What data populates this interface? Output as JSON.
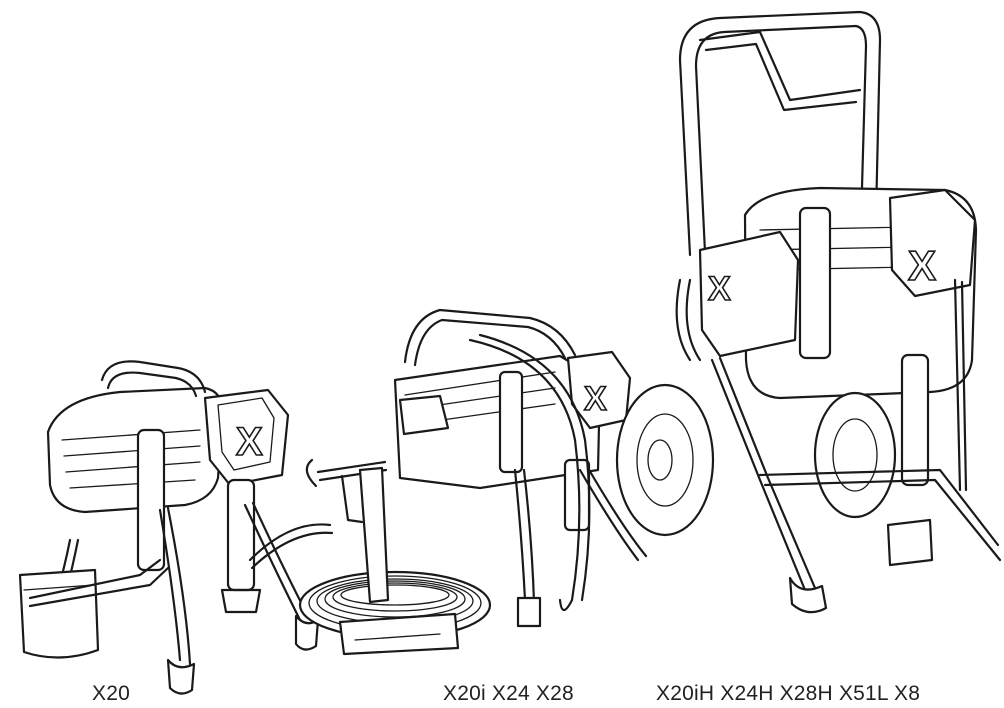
{
  "labels": {
    "small_sprayer": "X20",
    "medium_sprayer": "X20i X24 X28",
    "cart_sprayer": "X20iH X24H X28H X51L X8"
  },
  "logo_letter": "X"
}
